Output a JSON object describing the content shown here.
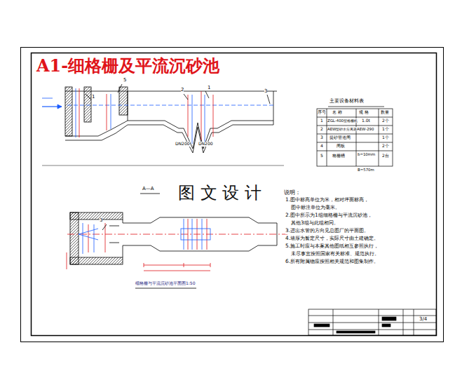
{
  "diagram": {
    "title": "A1-细格栅及平流沉砂池",
    "labels": [
      "5",
      "1",
      "2",
      "1",
      "3",
      "DN200",
      "DN200",
      "A—A",
      "3",
      "细格栅与平流沉砂池平面图1:50",
      "主要设备材料表",
      "序号",
      "名 称",
      "规 格",
      "数量",
      "1",
      "ZGL-400型格栅机",
      "1.0t",
      "2个",
      "2",
      "AEW型砂水分离器",
      "AEW-290",
      "1个",
      "3",
      "提砂管道闸",
      "1个",
      "4",
      "闸板",
      "2个",
      "5",
      "格栅槽",
      "b=10mm",
      "2台",
      "B=570m",
      "图 文 设 计",
      "说明：",
      "1.图中标高单位为米，相对坪面标高，",
      "图中标注单位为毫米。",
      "2.图中所示为1组细格栅与平流沉砂池，",
      "其他3组与此组相同。",
      "3.进出水管的方向见总图厂的平面图。",
      "4.墙厚为暂定尺寸，实际尺寸由土建确定。",
      "5.施工时应与本案其他图纸相互参照执行，",
      "未尽事宜按照国家有关标准、规范执行。",
      "6.所有附属物应按照相关规范和图集制作。",
      "3/4"
    ]
  }
}
